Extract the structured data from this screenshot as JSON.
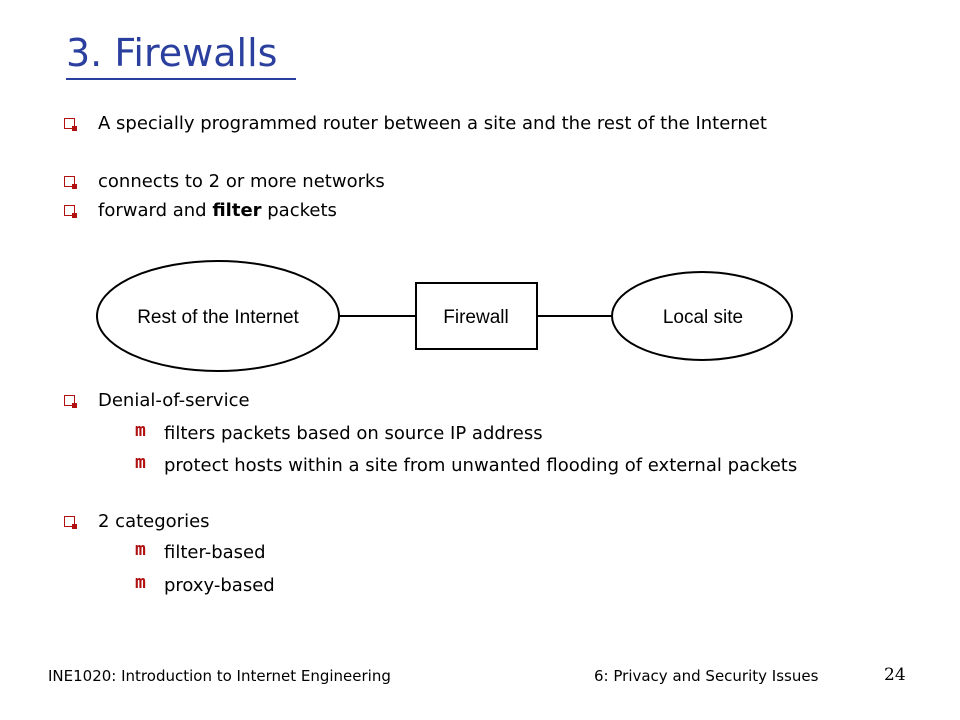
{
  "slide": {
    "title": "3. Firewalls",
    "bullets": [
      "A specially programmed router between a site and the rest of the Internet",
      "connects to 2 or more networks",
      "forward and ",
      "filter",
      " packets"
    ],
    "diagram": {
      "left": "Rest of the Internet",
      "middle": "Firewall",
      "right": "Local site"
    },
    "bullets2": [
      "Denial-of-service",
      "filters packets based on source IP address",
      "protect hosts within a site from unwanted flooding of external packets",
      "2 categories",
      "filter-based",
      "proxy-based"
    ]
  },
  "footer": {
    "course": "INE1020: Introduction to Internet Engineering",
    "chapter": "6: Privacy and Security Issues",
    "page": "24"
  }
}
